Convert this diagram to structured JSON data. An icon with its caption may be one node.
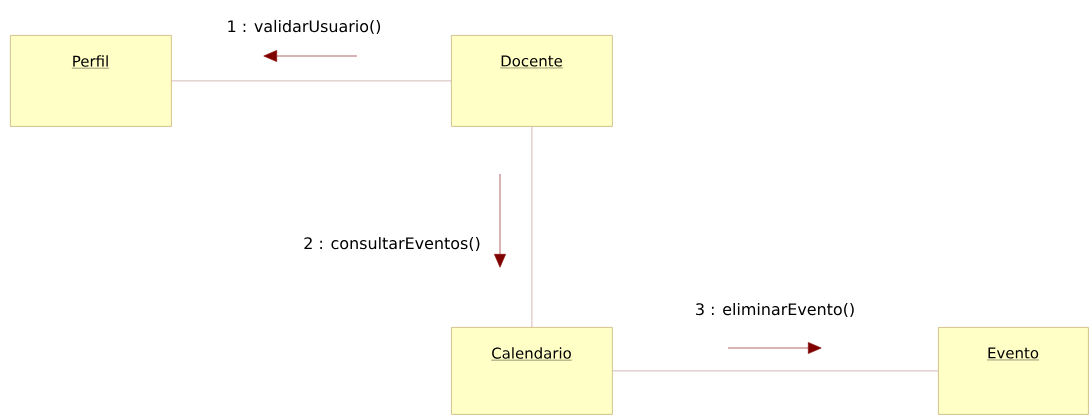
{
  "diagram": {
    "nodes": [
      {
        "text": [
          "Perfil"
        ]
      },
      {
        "text": [
          "Docente"
        ]
      },
      {
        "text": [
          "Calendario"
        ]
      },
      {
        "text": [
          "Evento"
        ]
      }
    ],
    "edges": [
      {
        "from": 1,
        "to": 0,
        "arrow": "none",
        "label": "1 : validarUsuario()"
      },
      {
        "from": 1,
        "to": 2,
        "arrow": "none",
        "label": "2 : consultarEventos()"
      },
      {
        "from": 2,
        "to": 3,
        "arrow": "none",
        "label": "3 : eliminarEvento()"
      }
    ]
  }
}
